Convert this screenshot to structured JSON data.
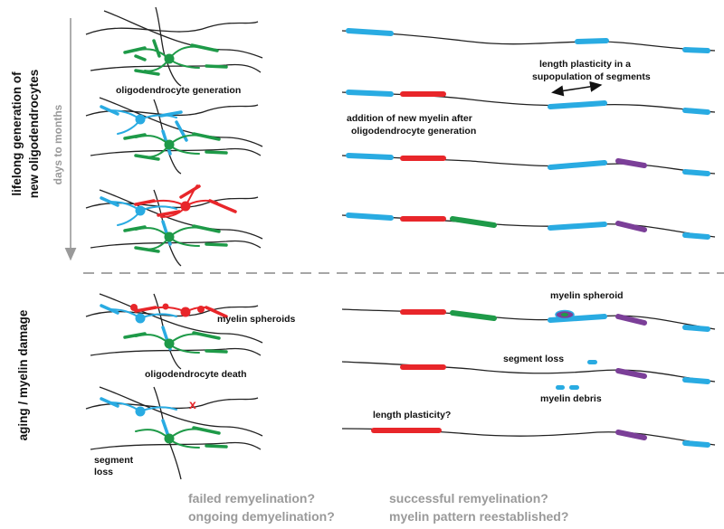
{
  "colors": {
    "blue": "#29abe2",
    "red": "#e8262a",
    "green": "#1e9a48",
    "purple": "#7b3f98",
    "axon": "#222222",
    "grey": "#9a9a9a"
  },
  "side_labels": {
    "top_line1": "lifelong generation of",
    "top_line2": "new oligodendrocytes",
    "bottom": "aging / myelin damage",
    "time_axis": "days to months"
  },
  "left_panel": {
    "oligo_generation": "oligodendrocyte generation",
    "myelin_spheroids": "myelin spheroids",
    "oligo_death": "oligodendrocyte death",
    "death_mark": "x",
    "segment_loss_1": "segment",
    "segment_loss_2": "loss"
  },
  "right_panel": {
    "length_plasticity_1": "length plasticity in a",
    "length_plasticity_2": "supopulation of segments",
    "addition_1": "addition of new myelin after",
    "addition_2": "oligodendrocyte generation",
    "myelin_spheroid": "myelin spheroid",
    "segment_loss": "segment loss",
    "myelin_debris": "myelin debris",
    "length_plasticity_q": "length plasticity?"
  },
  "bottom_questions": {
    "left_1": "failed remyelination?",
    "left_2": "ongoing demyelination?",
    "right_1": "successful remyelination?",
    "right_2": "myelin pattern reestablished?"
  }
}
